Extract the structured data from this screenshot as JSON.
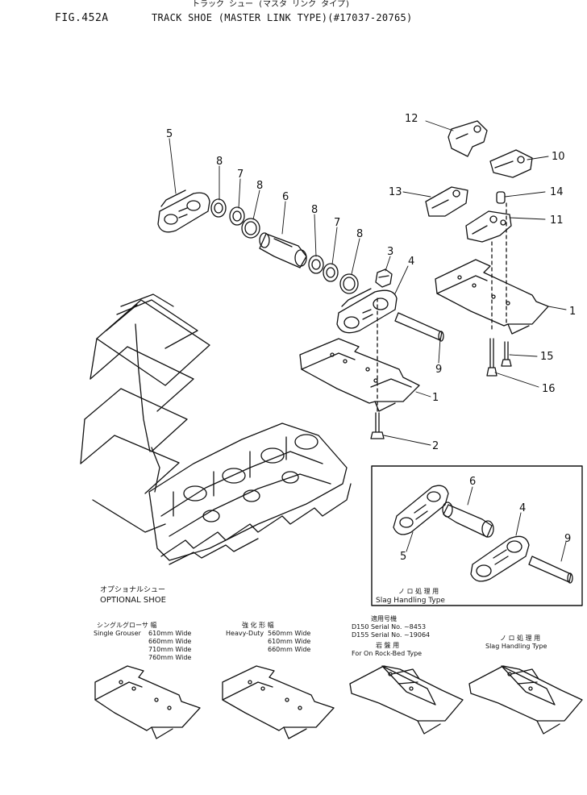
{
  "header": {
    "fig_label": "FIG.452A",
    "title_jp": "トラック シュー (マスタ リンク タイプ)",
    "title_en": "TRACK SHOE (MASTER LINK TYPE)(#17037-20765)"
  },
  "callouts": [
    "1",
    "2",
    "3",
    "4",
    "5",
    "6",
    "7",
    "8",
    "9",
    "10",
    "11",
    "12",
    "13",
    "14",
    "15",
    "16"
  ],
  "inset": {
    "callouts": [
      "4",
      "5",
      "6",
      "9"
    ],
    "label_jp": "ノ ロ 処 理 用",
    "label_en": "Slag Handling Type"
  },
  "optional": {
    "heading_jp": "オプショナルシュー",
    "heading_en": "OPTIONAL SHOE",
    "single": {
      "jp": "シングルグローサ  幅",
      "name": "Single Grouser",
      "widths": [
        "610mm Wide",
        "660mm Wide",
        "710mm Wide",
        "760mm Wide"
      ]
    },
    "heavy": {
      "jp": "強 化 形  幅",
      "name": "Heavy-Duty",
      "widths": [
        "560mm Wide",
        "610mm Wide",
        "660mm Wide"
      ]
    },
    "rockbed": {
      "jp_top": "適用号機",
      "serial1": "D150 Serial No. ~8453",
      "serial2": "D155 Serial No. ~19064",
      "jp_bottom": "岩 盤 用",
      "name": "For On Rock-Bed Type"
    },
    "slag": {
      "jp": "ノ ロ 処 理 用",
      "name": "Slag Handling Type"
    }
  }
}
